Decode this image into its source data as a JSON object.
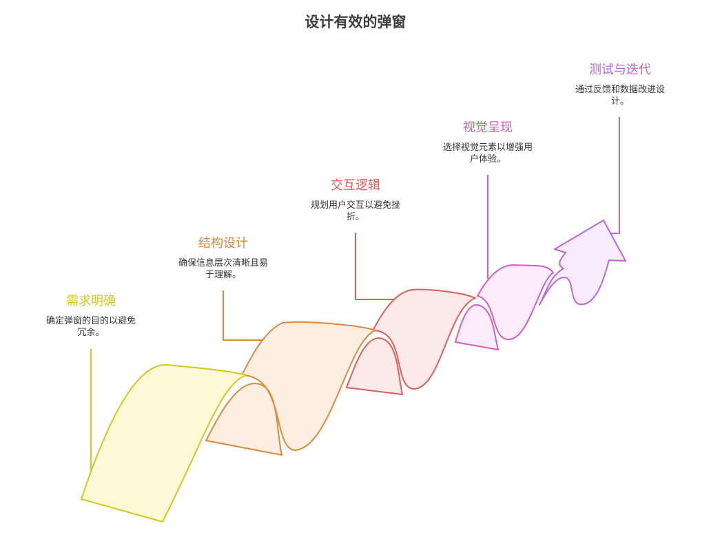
{
  "title": "设计有效的弹窗",
  "steps": [
    {
      "title": "需求明确",
      "line1": "确定弹窗的目的以避免",
      "line2": "冗余。",
      "color": "#d6c51c",
      "fill": "#fdf9d6"
    },
    {
      "title": "结构设计",
      "line1": "确保信息层次清晰且易",
      "line2": "于理解。",
      "color": "#e0873a",
      "fill": "#fdeee2"
    },
    {
      "title": "交互逻辑",
      "line1": "规划用户交互以避免挫",
      "line2": "折。",
      "color": "#e05b5b",
      "fill": "#fde9e8"
    },
    {
      "title": "视觉呈现",
      "line1": "选择视觉元素以增强用",
      "line2": "户体验。",
      "color": "#d45ec0",
      "fill": "#fcebf8"
    },
    {
      "title": "测试与迭代",
      "line1": "通过反馈和数据改进设",
      "line2": "计。",
      "color": "#b866d8",
      "fill": "#f7ebfd"
    }
  ]
}
